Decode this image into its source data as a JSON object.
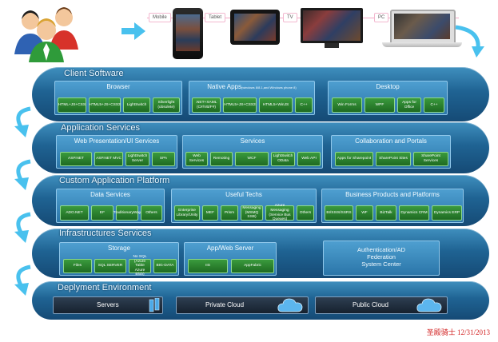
{
  "devices": {
    "mobile": "Mobile",
    "tablet": "Tablet",
    "tv": "TV",
    "pc": "PC"
  },
  "layers": {
    "client": {
      "title": "Client Software",
      "browser": {
        "title": "Browser",
        "items": [
          "HTML+JS+CSS",
          "HTML5+JS+CSS3",
          "LightSwitch",
          "Silverlight\n(obsolete)"
        ]
      },
      "native": {
        "title": "Native Apps",
        "title_note": "(windows 8/8.1,and Windows phone 8)",
        "items": [
          ".NET+XAML\n(C#/VB/F#)",
          "HTML5+JS+CSS3",
          "HTML5+WinJS",
          "C++"
        ]
      },
      "desktop": {
        "title": "Desktop",
        "items": [
          "Win Forms",
          "WPF",
          "Apps for\nOffice",
          "C++"
        ]
      }
    },
    "appservices": {
      "title": "Application Services",
      "web": {
        "title": "Web Presentation/UI Services",
        "items": [
          "ASP.NET",
          "ASP.NET MVC",
          "LightSwitch\nServer",
          "SPA"
        ]
      },
      "services": {
        "title": "Services",
        "items": [
          "Web\nServices",
          "Remoting",
          "WCF",
          "LightSwitch\nOData",
          "Web API"
        ]
      },
      "collab": {
        "title": "Collaboration and Portals",
        "items": [
          "Apps for Sharepoint",
          "SharePoint Sites",
          "SharePoint Services"
        ]
      }
    },
    "custom": {
      "title": "Custom Application Platform",
      "data": {
        "title": "Data Services",
        "items": [
          "ADO.NET",
          "EF",
          "TraditionaryWay",
          "Others"
        ]
      },
      "techs": {
        "title": "Useful Techs",
        "items": [
          "Enterprise\nLibrary/Unity",
          "MEF",
          "Prism",
          "Messaging\n(MSMQ\nSSB)",
          "Azure Messaging\n(Service Bus\nQueues)",
          "Others"
        ]
      },
      "biz": {
        "title": "Business Products and Platforms",
        "items": [
          "BI/SSIS/SSRS",
          "WF",
          "BizTalk",
          "Dynamics CRM",
          "Dynamics ERP"
        ]
      }
    },
    "infra": {
      "title": "Infrastructures Services",
      "storage": {
        "title": "Storage",
        "items": [
          "Files",
          "SQL SERVER",
          "No SQL\n(Azure Table\nAzure Blob)",
          "BIG-DATA"
        ]
      },
      "appweb": {
        "title": "App/Web Server",
        "items": [
          "IIS",
          "AppFabric"
        ]
      },
      "auth": {
        "title": "Authentication/AD\nFederation\nSystem Center"
      }
    },
    "deploy": {
      "title": "Deplyment Environment",
      "items": [
        "Servers",
        "Private Cloud",
        "Public Cloud"
      ]
    }
  },
  "signature": "圣殿骑士 12/31/2013",
  "colors": {
    "band": "#1f6393",
    "group": "#3a88bd",
    "green": "#2e8a31",
    "dark": "#1b2836",
    "arrow": "#49c1ee",
    "signature": "#d21f1f"
  },
  "icons": [
    "users-icon",
    "arrow-right-icon",
    "mobile-phone-icon",
    "tablet-icon",
    "tv-icon",
    "laptop-icon",
    "curved-arrow-icon",
    "server-icon",
    "cloud-icon"
  ]
}
